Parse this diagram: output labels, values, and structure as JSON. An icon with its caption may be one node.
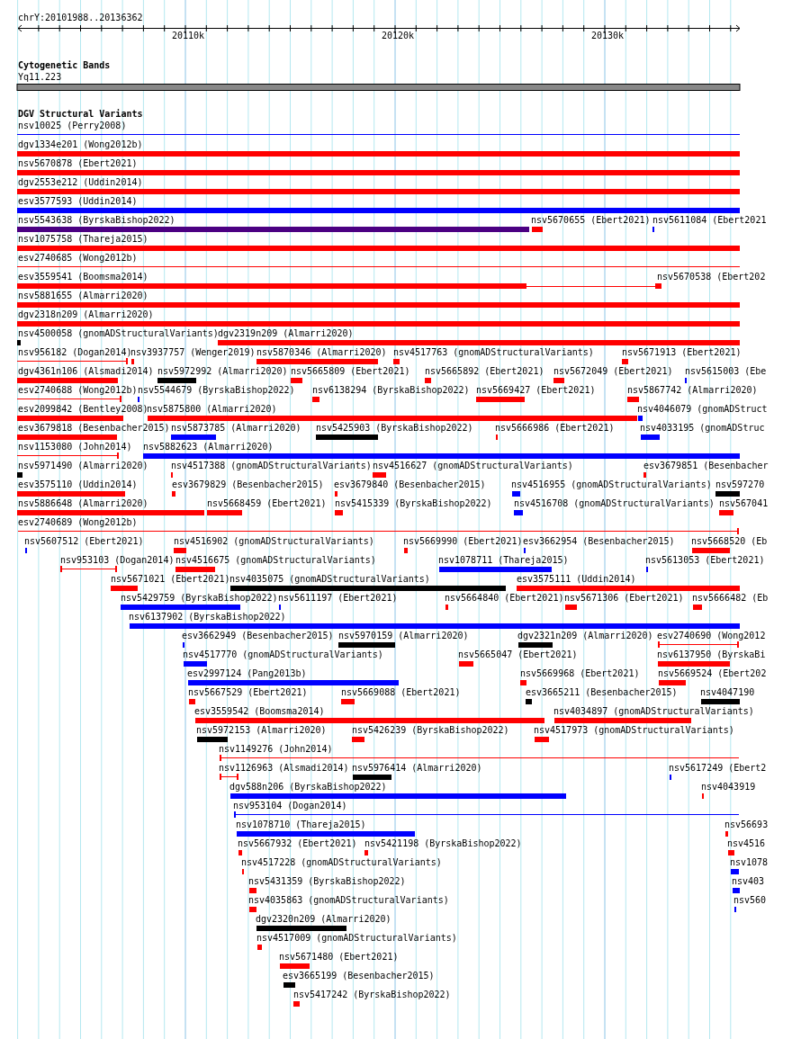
{
  "diagram": {
    "labels": [
      "chrY:20101988..20136362",
      "20110k",
      "20120k",
      "20130k",
      "Cytogenetic Bands",
      "Yq11.223",
      "DGV Structural Variants",
      "nsv10025 (Perry2008)",
      "dgv1334e201 (Wong2012b)",
      "nsv5670878 (Ebert2021)",
      "dgv2553e212 (Uddin2014)",
      "esv3577593 (Uddin2014)",
      "nsv5543638 (ByrskaBishop2022)",
      "nsv5670655 (Ebert2021)",
      "nsv5611084 (Ebert2021",
      "nsv1075758 (Thareja2015)",
      "esv2740685 (Wong2012b)",
      "esv3559541 (Boomsma2014)",
      "nsv5670538 (Ebert202",
      "nsv5881655 (Almarri2020)",
      "dgv2318n209 (Almarri2020)",
      "nsv4500058 (gnomADStructuralVariants)",
      "dgv2319n209 (Almarri2020)",
      "nsv956182 (Dogan2014)",
      "nsv3937757 (Wenger2019)",
      "nsv5870346 (Almarri2020)",
      "nsv4517763 (gnomADStructuralVariants)",
      "nsv5671913 (Ebert2021)",
      "dgv4361n106 (Alsmadi2014)",
      "nsv5972992 (Almarri2020)",
      "nsv5665809 (Ebert2021)",
      "nsv5665892 (Ebert2021)",
      "nsv5672049 (Ebert2021)",
      "nsv5615003 (Ebe",
      "esv2740688 (Wong2012b)",
      "nsv5544679 (ByrskaBishop2022)",
      "nsv6138294 (ByrskaBishop2022)",
      "nsv5669427 (Ebert2021)",
      "nsv5867742 (Almarri2020)",
      "esv2099842 (Bentley2008)",
      "nsv5875800 (Almarri2020)",
      "nsv4046079 (gnomADStruct",
      "esv3679818 (Besenbacher2015)",
      "nsv5873785 (Almarri2020)",
      "nsv5425903 (ByrskaBishop2022)",
      "nsv5666986 (Ebert2021)",
      "nsv4033195 (gnomADStruc",
      "nsv1153080 (John2014)",
      "nsv5882623 (Almarri2020)",
      "nsv5971490 (Almarri2020)",
      "nsv4517388 (gnomADStructuralVariants)",
      "nsv4516627 (gnomADStructuralVariants)",
      "esv3679851 (Besenbacher",
      "esv3575110 (Uddin2014)",
      "esv3679829 (Besenbacher2015)",
      "esv3679840 (Besenbacher2015)",
      "nsv4516955 (gnomADStructuralVariants)",
      "nsv597270",
      "nsv5886648 (Almarri2020)",
      "nsv5668459 (Ebert2021)",
      "nsv5415339 (ByrskaBishop2022)",
      "nsv4516708 (gnomADStructuralVariants)",
      "nsv567041",
      "esv2740689 (Wong2012b)",
      "nsv5607512 (Ebert2021)",
      "nsv4516902 (gnomADStructuralVariants)",
      "nsv5669990 (Ebert2021)",
      "esv3662954 (Besenbacher2015)",
      "nsv5668520 (Eb",
      "nsv953103 (Dogan2014)",
      "nsv4516675 (gnomADStructuralVariants)",
      "nsv1078711 (Thareja2015)",
      "nsv5613053 (Ebert2021)",
      "nsv5671021 (Ebert2021)",
      "nsv4035075 (gnomADStructuralVariants)",
      "esv3575111 (Uddin2014)",
      "nsv5429759 (ByrskaBishop2022)",
      "nsv5611197 (Ebert2021)",
      "nsv5664840 (Ebert2021)",
      "nsv5671306 (Ebert2021)",
      "nsv5666482 (Eb",
      "nsv6137902 (ByrskaBishop2022)",
      "esv3662949 (Besenbacher2015)",
      "nsv5970159 (Almarri2020)",
      "dgv2321n209 (Almarri2020)",
      "esv2740690 (Wong2012",
      "nsv4517770 (gnomADStructuralVariants)",
      "nsv5665047 (Ebert2021)",
      "nsv6137950 (ByrskaBi",
      "esv2997124 (Pang2013b)",
      "nsv5669968 (Ebert2021)",
      "nsv5669524 (Ebert202",
      "nsv5667529 (Ebert2021)",
      "nsv5669088 (Ebert2021)",
      "esv3665211 (Besenbacher2015)",
      "nsv4047190",
      "esv3559542 (Boomsma2014)",
      "nsv4034897 (gnomADStructuralVariants)",
      "nsv5972153 (Almarri2020)",
      "nsv5426239 (ByrskaBishop2022)",
      "nsv4517973 (gnomADStructuralVariants)",
      "nsv1149276 (John2014)",
      "nsv1126963 (Alsmadi2014)",
      "nsv5976414 (Almarri2020)",
      "nsv5617249 (Ebert2",
      "dgv588n206 (ByrskaBishop2022)",
      "nsv4043919",
      "nsv953104 (Dogan2014)",
      "nsv1078710 (Thareja2015)",
      "nsv56693",
      "nsv5667932 (Ebert2021)",
      "nsv5421198 (ByrskaBishop2022)",
      "nsv4516",
      "nsv4517228 (gnomADStructuralVariants)",
      "nsv1078",
      "nsv5431359 (ByrskaBishop2022)",
      "nsv403",
      "nsv4035863 (gnomADStructuralVariants)",
      "nsv560",
      "dgv2320n209 (Almarri2020)",
      "nsv4517009 (gnomADStructuralVariants)",
      "nsv5671480 (Ebert2021)",
      "esv3665199 (Besenbacher2015)",
      "nsv5417242 (ByrskaBishop2022)"
    ]
  }
}
